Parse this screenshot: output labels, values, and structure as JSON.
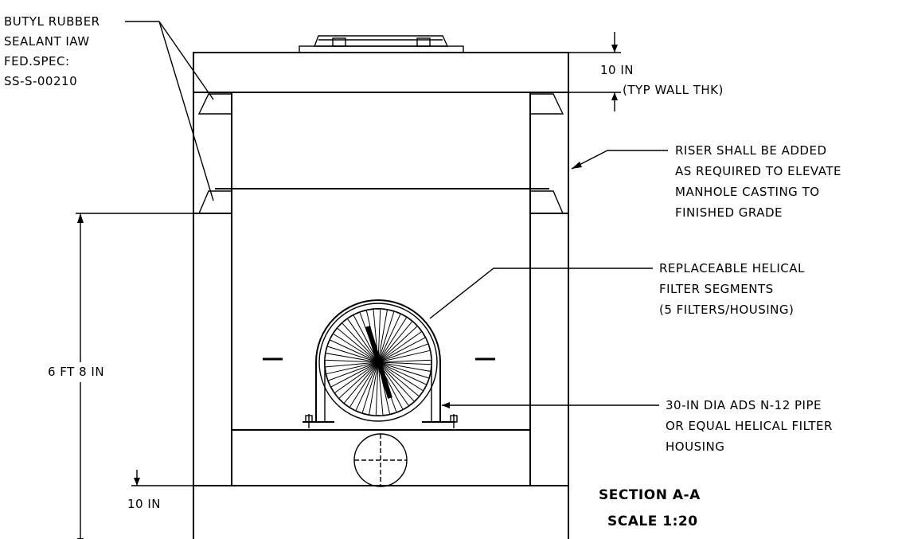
{
  "labels": {
    "sealant": [
      "BUTYL RUBBER",
      "SEALANT IAW",
      "FED.SPEC:",
      "SS-S-00210"
    ],
    "wall_thk_value": "10 IN",
    "wall_thk_note": "(TYP WALL THK)",
    "riser": [
      "RISER SHALL BE ADDED",
      "AS REQUIRED TO ELEVATE",
      "MANHOLE CASTING TO",
      "FINISHED GRADE"
    ],
    "filter": [
      "REPLACEABLE HELICAL",
      "FILTER SEGMENTS",
      "(5 FILTERS/HOUSING)"
    ],
    "pipe": [
      "30-IN DIA ADS N-12 PIPE",
      "OR EQUAL HELICAL FILTER",
      "HOUSING"
    ],
    "height_dim": "6 FT 8 IN",
    "base_dim": "10 IN"
  },
  "title": {
    "section": "SECTION A-A",
    "scale": "SCALE 1:20"
  },
  "colors": {
    "line": "#000000",
    "background": "#ffffff"
  }
}
